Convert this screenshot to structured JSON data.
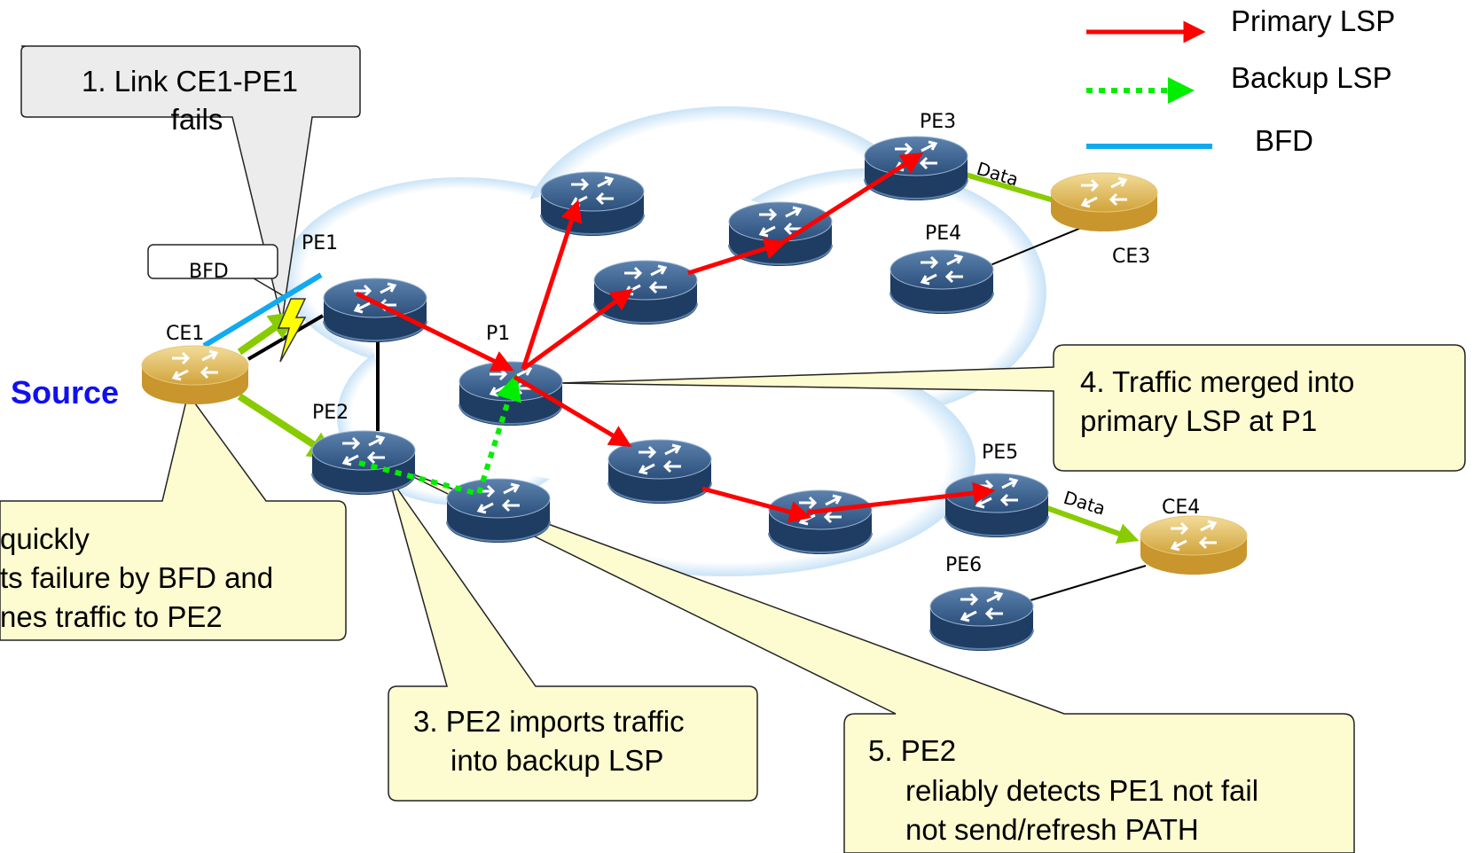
{
  "legend": {
    "primary": "Primary LSP",
    "backup": "Backup LSP",
    "bfd": "BFD"
  },
  "colors": {
    "primary": "#ff0000",
    "backup": "#00ee00",
    "bfd": "#11aaee",
    "access": "#88cc00",
    "router_blue": "#2c4f7c",
    "router_gold": "#d4a63a",
    "callout": "#fdfbd0"
  },
  "nodes": {
    "ce1": "CE1",
    "pe1": "PE1",
    "pe2": "PE2",
    "p1": "P1",
    "pe3": "PE3",
    "pe4": "PE4",
    "pe5": "PE5",
    "pe6": "PE6",
    "ce3": "CE3",
    "ce4": "CE4",
    "source": "Source",
    "bfd_tag": "BFD",
    "data_top": "Data",
    "data_bottom": "Data"
  },
  "callouts": {
    "c1": [
      "1. Link CE1-PE1",
      "fails"
    ],
    "c2": [
      "quickly",
      "ts failure by BFD and",
      "nes traffic to PE2"
    ],
    "c3": [
      "3. PE2 imports traffic",
      "into backup LSP"
    ],
    "c4": [
      "4. Traffic merged into",
      "primary LSP at P1"
    ],
    "c5": [
      "5. PE2",
      "reliably detects PE1 not fail",
      "not send/refresh PATH"
    ]
  }
}
